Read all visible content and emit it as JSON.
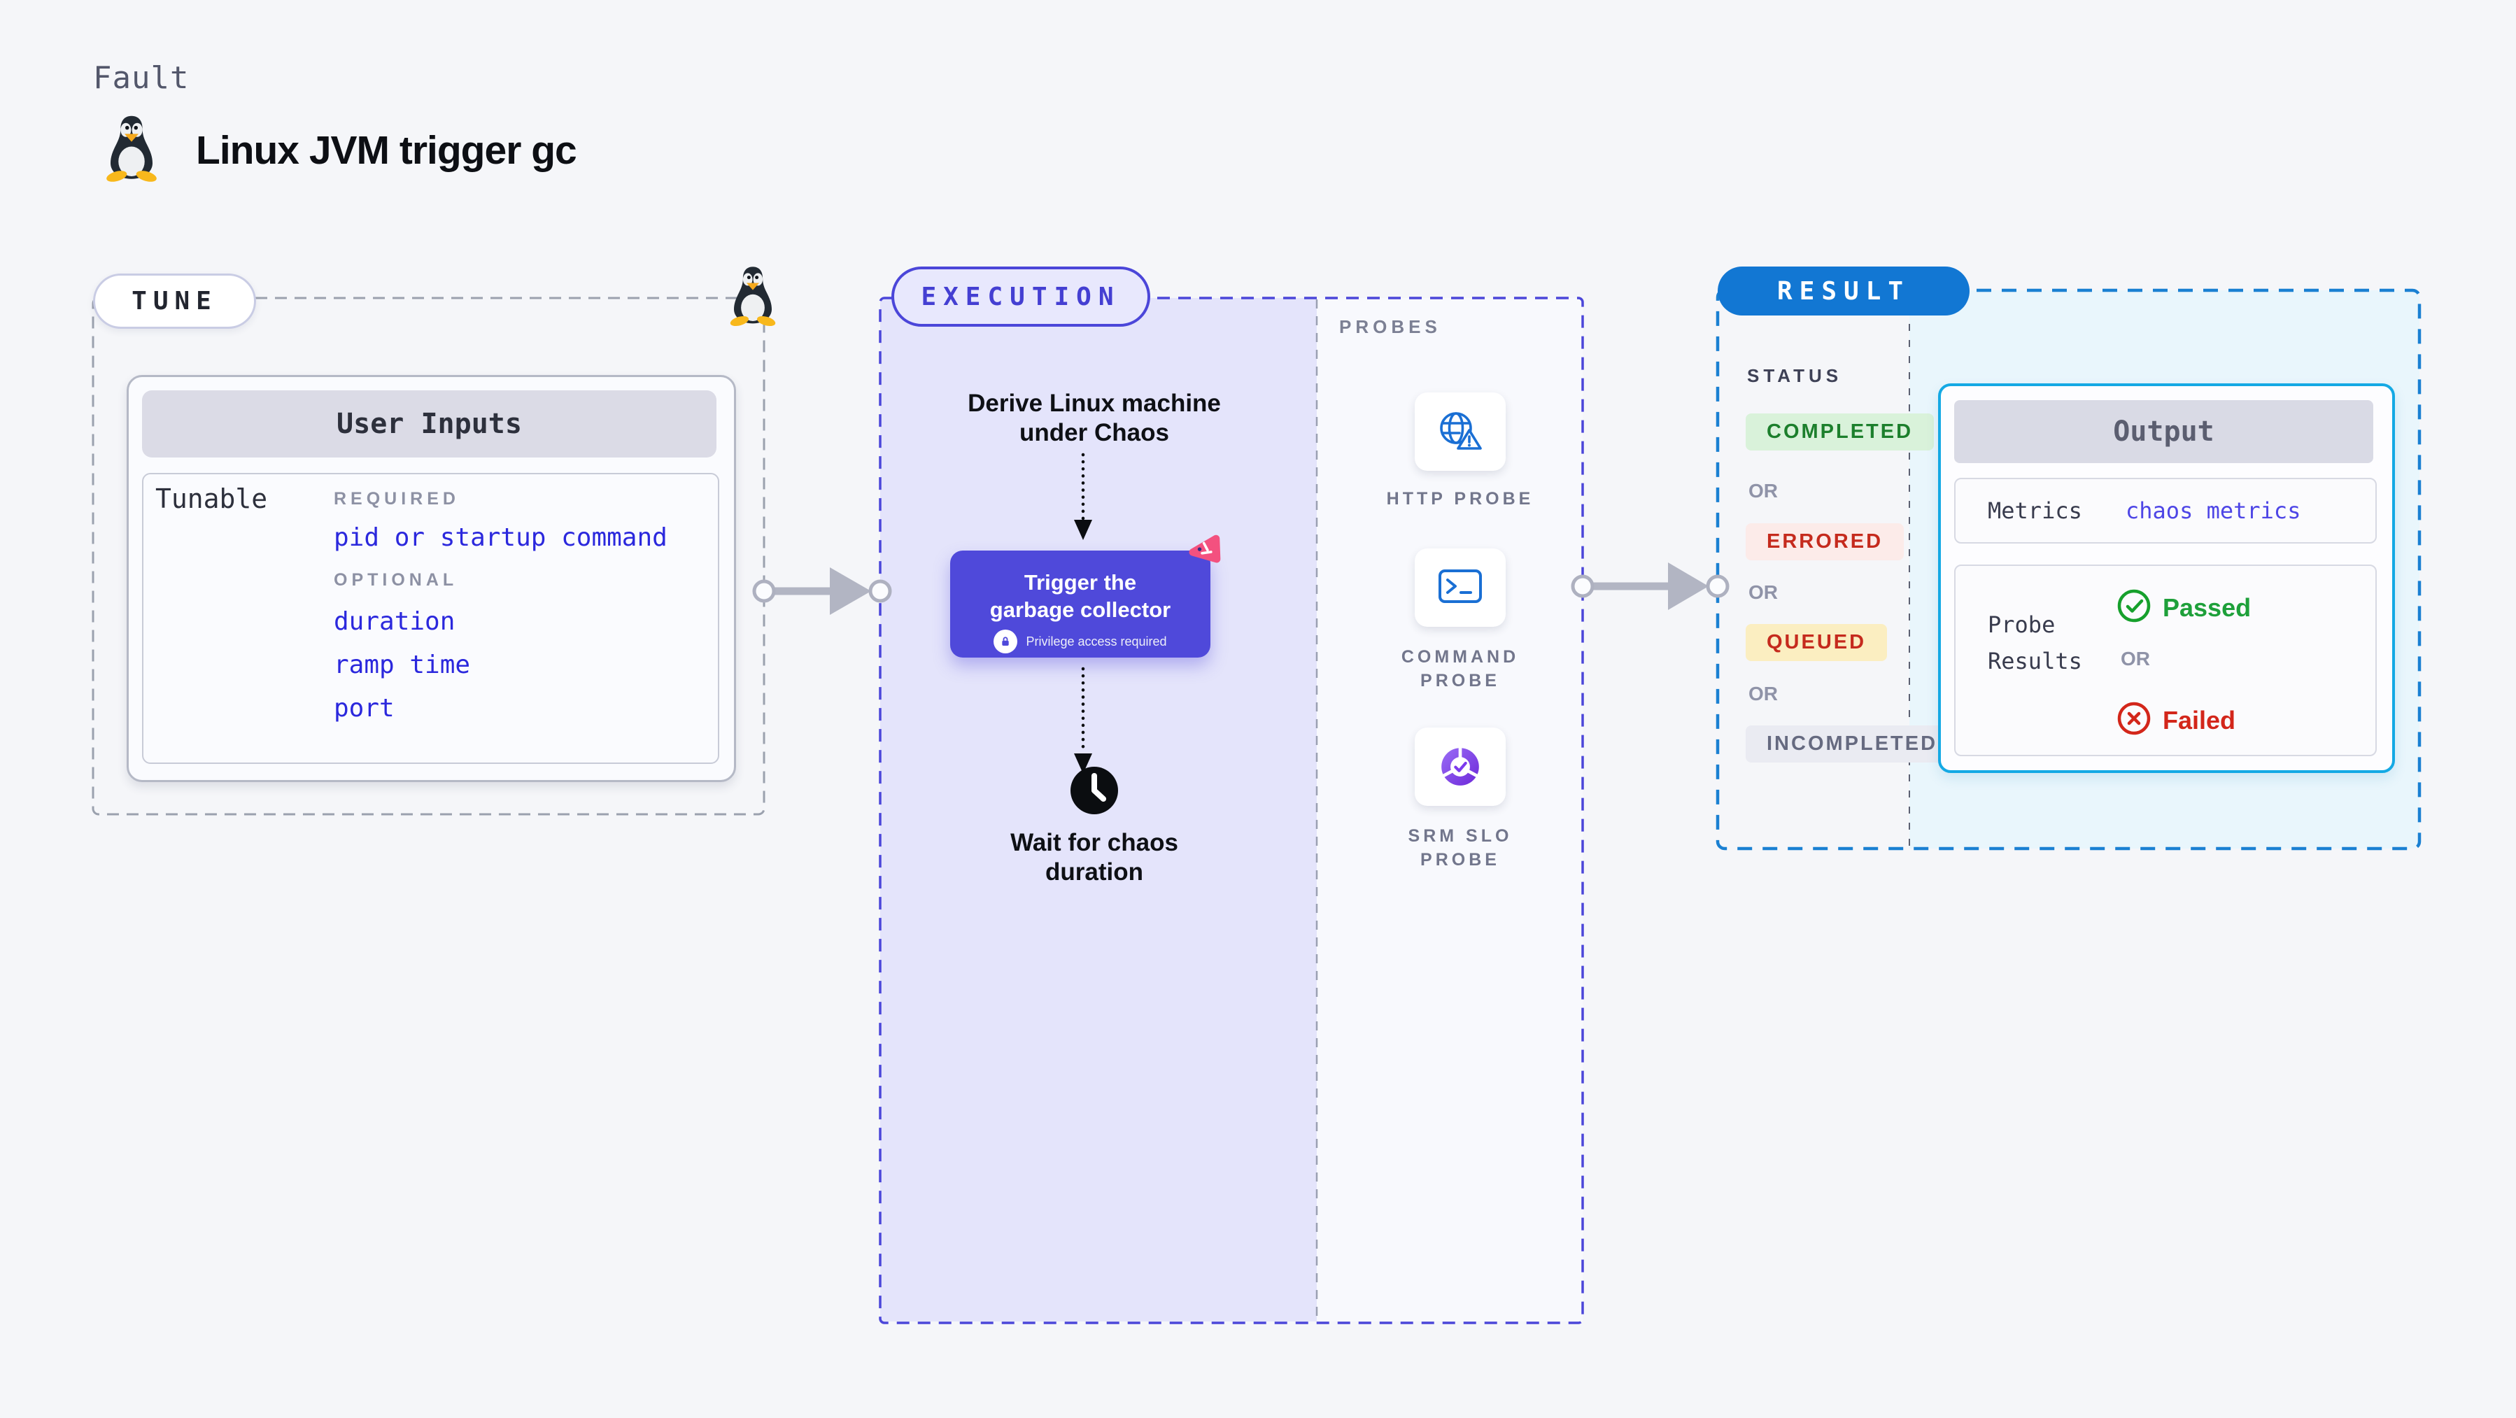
{
  "header": {
    "kicker": "Fault",
    "title": "Linux JVM trigger gc",
    "icon": "tux-penguin-icon"
  },
  "tune": {
    "pill_label": "TUNE",
    "corner_icon": "tux-penguin-icon",
    "card": {
      "header": "User Inputs",
      "row_label": "Tunable",
      "required_label": "REQUIRED",
      "required_items": [
        "pid or startup command"
      ],
      "optional_label": "OPTIONAL",
      "optional_items": [
        "duration",
        "ramp time",
        "port"
      ]
    }
  },
  "execution": {
    "pill_label": "EXECUTION",
    "derive_lines": [
      "Derive Linux machine",
      "under Chaos"
    ],
    "button": {
      "line1": "Trigger the",
      "line2": "garbage collector",
      "note": "Privilege access required",
      "lock_icon": "lock-icon",
      "brand_icon": "chaos-pink-icon"
    },
    "clock_icon": "clock-icon",
    "wait_lines": [
      "Wait for chaos",
      "duration"
    ]
  },
  "probes": {
    "label": "PROBES",
    "items": [
      {
        "icon": "globe-warning-icon",
        "line1": "HTTP PROBE",
        "line2": ""
      },
      {
        "icon": "terminal-icon",
        "line1": "COMMAND",
        "line2": "PROBE"
      },
      {
        "icon": "slo-donut-check-icon",
        "line1": "SRM SLO",
        "line2": "PROBE"
      }
    ]
  },
  "result": {
    "pill_label": "RESULT",
    "status_label": "STATUS",
    "or_label": "OR",
    "statuses": [
      {
        "label": "COMPLETED",
        "bg": "#d9f2da",
        "color": "#1c7f2c"
      },
      {
        "label": "ERRORED",
        "bg": "#fcebe9",
        "color": "#c52a1d"
      },
      {
        "label": "QUEUED",
        "bg": "#fbeec1",
        "color": "#c52a1d"
      },
      {
        "label": "INCOMPLETED",
        "bg": "#eaebf2",
        "color": "#666a80"
      }
    ],
    "output": {
      "header": "Output",
      "metrics_label": "Metrics",
      "metrics_value": "chaos metrics",
      "probe_label_lines": [
        "Probe",
        "Results"
      ],
      "passed_label": "Passed",
      "or_label": "OR",
      "failed_label": "Failed",
      "passed_icon": "check-circle-icon",
      "failed_icon": "x-circle-icon"
    }
  },
  "colors": {
    "page_bg": "#f5f6f9",
    "tune_dash": "#9ba1ae",
    "execution_accent": "#4b46d9",
    "execution_panel": "#e4e4fb",
    "probes_panel": "#f8f9fd",
    "button_purple": "#4f49da",
    "brand_pink": "#f3517f",
    "probe_icon_blue": "#1a6fd4",
    "srm_purple": "#7c3aed",
    "result_blue": "#1277d3",
    "result_dash": "#1a80d2",
    "result_panel": "#e9f6fc",
    "output_border_cyan": "#14a9e4",
    "link_blue": "#2b28dd",
    "passed_green": "#1ea03a",
    "failed_red": "#d3261a",
    "connector_gray": "#b2b5c3"
  }
}
